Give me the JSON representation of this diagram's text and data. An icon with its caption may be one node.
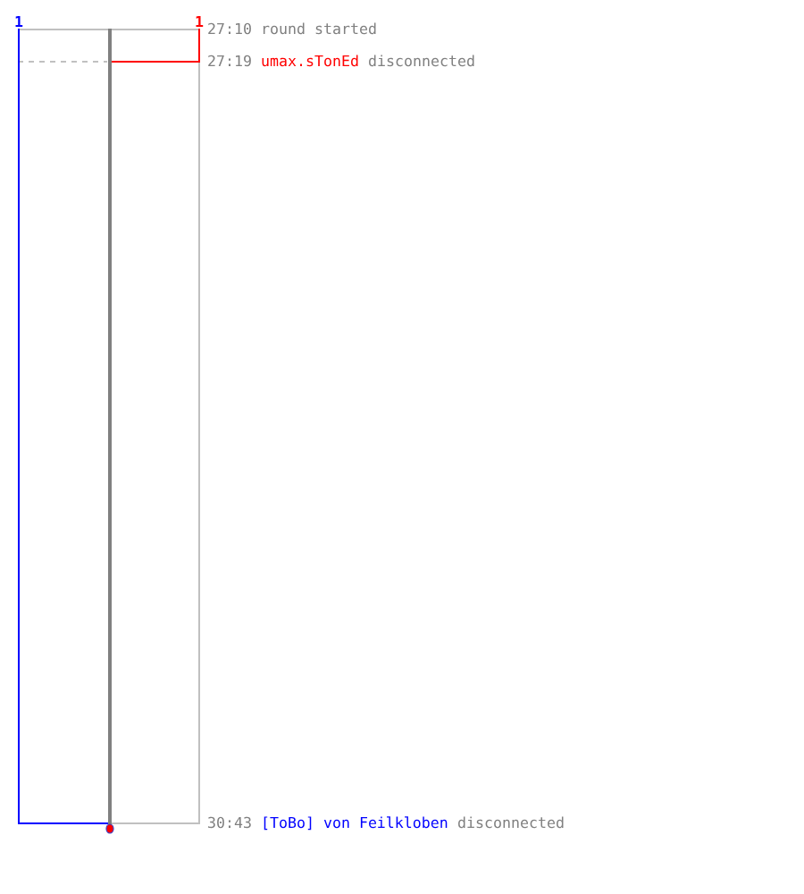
{
  "diagram": {
    "labels": [
      "1",
      "1",
      "27:10",
      "round started",
      "27:19",
      "umax.sTonEd",
      "disconnected",
      "30:43",
      "[ToBo] von Feilkloben",
      "disconnected"
    ]
  }
}
